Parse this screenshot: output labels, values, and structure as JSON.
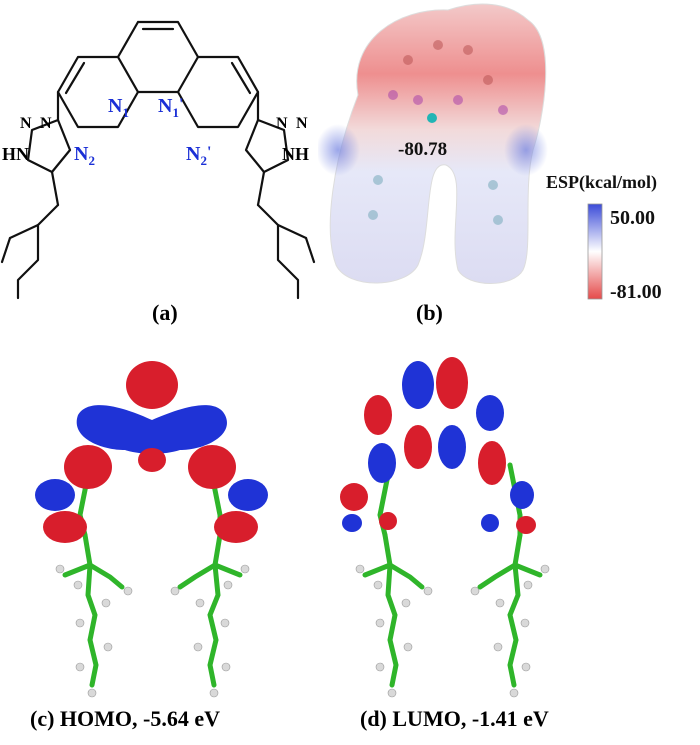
{
  "panels": {
    "a": {
      "caption": "(a)",
      "atom_labels": {
        "n1": "N",
        "n1_sub": "1",
        "n1p": "N",
        "n1p_sub": "1",
        "n1p_prime": "'",
        "n2": "N",
        "n2_sub": "2",
        "n2p": "N",
        "n2p_sub": "2",
        "n2p_prime": "'",
        "n_left_top": "N",
        "n_left_mid": "N",
        "hn_left": "HN",
        "n_right_top": "N",
        "n_right_mid": "N",
        "nh_right": "NH"
      }
    },
    "b": {
      "caption": "(b)",
      "value_label": "-80.78",
      "scale": {
        "title": "ESP(kcal/mol)",
        "max": "50.00",
        "min": "-81.00",
        "colors": {
          "max": "#3b4bd8",
          "mid": "#ffffff",
          "min": "#e54a4a"
        }
      }
    },
    "c": {
      "caption": "(c) HOMO, -5.64 eV"
    },
    "d": {
      "caption": "(d) LUMO, -1.41 eV"
    }
  },
  "colors": {
    "label_blue": "#1a2fd6",
    "orbital_red": "#d81e2c",
    "orbital_blue": "#1f33d6",
    "stick_green": "#2fb52a"
  }
}
